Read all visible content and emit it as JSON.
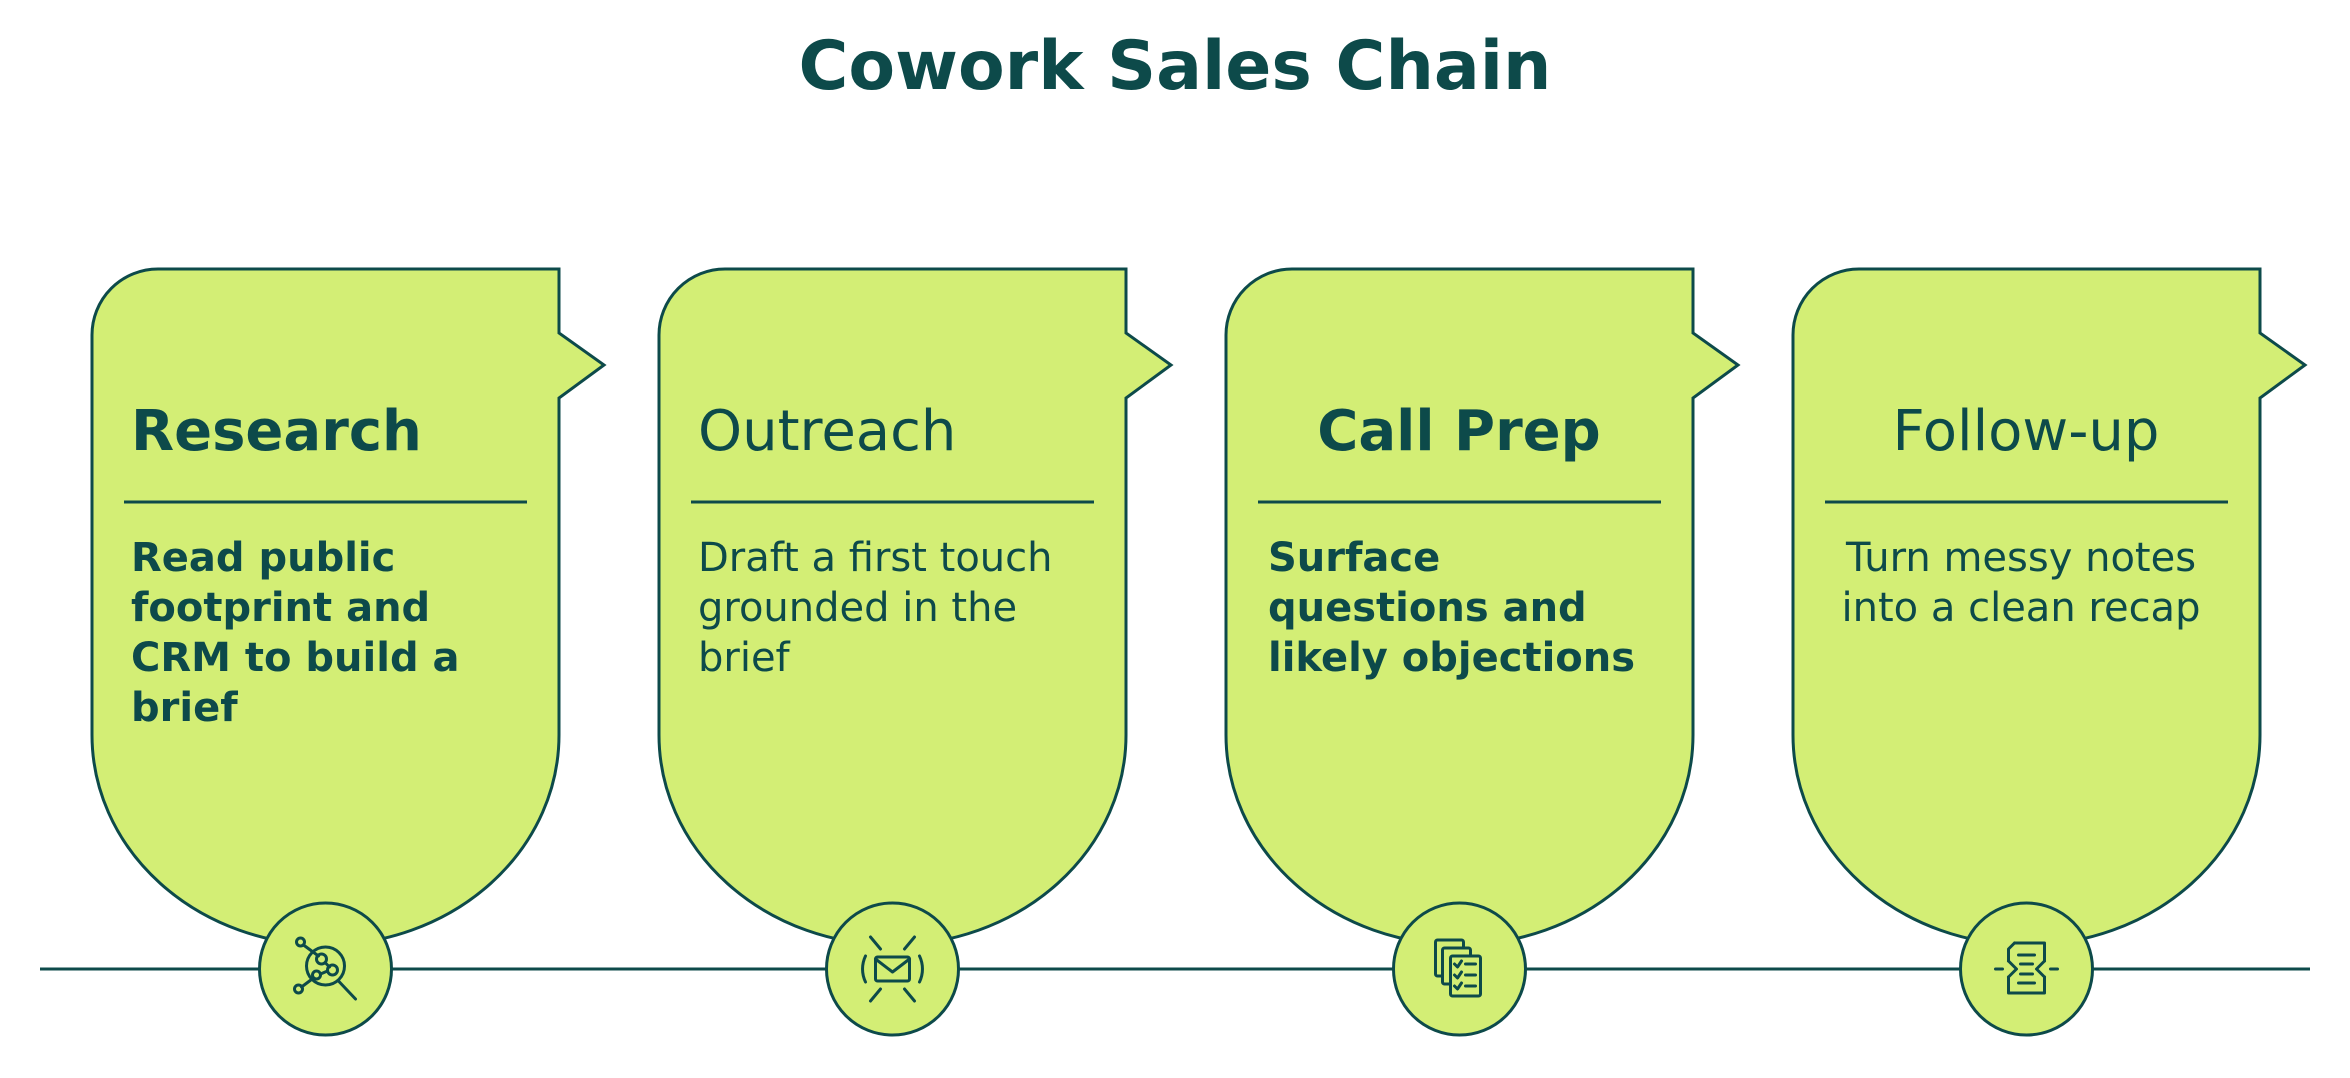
{
  "diagram": {
    "title": "Cowork Sales Chain",
    "colors": {
      "ink": "#0d4a4a",
      "fill": "#d3ee75",
      "background": "#ffffff"
    },
    "steps": [
      {
        "title": "Research",
        "description": "Read public footprint and CRM to build a brief",
        "icon": "research-network-search-icon",
        "emphasis": "bold",
        "align": "left"
      },
      {
        "title": "Outreach",
        "description": "Draft a first touch grounded in the brief",
        "icon": "envelope-icon",
        "emphasis": "regular",
        "align": "left"
      },
      {
        "title": "Call Prep",
        "description": "Surface questions and likely objections",
        "icon": "checklist-documents-icon",
        "emphasis": "bold",
        "align": "center"
      },
      {
        "title": "Follow-up",
        "description": "Turn messy notes into a clean recap",
        "icon": "notes-recap-icon",
        "emphasis": "regular",
        "align": "center"
      }
    ]
  }
}
